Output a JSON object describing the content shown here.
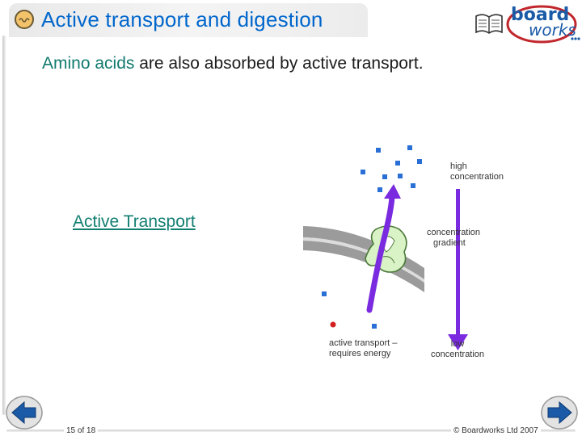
{
  "header": {
    "title": "Active transport and digestion",
    "logo": {
      "board": "board",
      "works": "works"
    },
    "section_icon": "intestine-icon",
    "book_icon": "book-icon"
  },
  "content": {
    "intro_highlight": "Amino acids",
    "intro_rest": " are also absorbed by active transport.",
    "link_label": "Active Transport"
  },
  "diagram": {
    "label_high": [
      "high",
      "concentration"
    ],
    "label_gradient": [
      "concentration",
      "gradient"
    ],
    "label_low": [
      "low",
      "concentration"
    ],
    "label_active": [
      "active transport –",
      "requires energy"
    ]
  },
  "footer": {
    "page_counter": "15 of 18",
    "copyright": "© Boardworks Ltd 2007"
  },
  "colors": {
    "title": "#0066cc",
    "highlight": "#117a6f",
    "link": "#137f73",
    "arrow_purple": "#7a2be0",
    "particle_blue": "#2a6fd6",
    "particle_red": "#d21e1e",
    "protein_green": "#d9f2c6"
  }
}
